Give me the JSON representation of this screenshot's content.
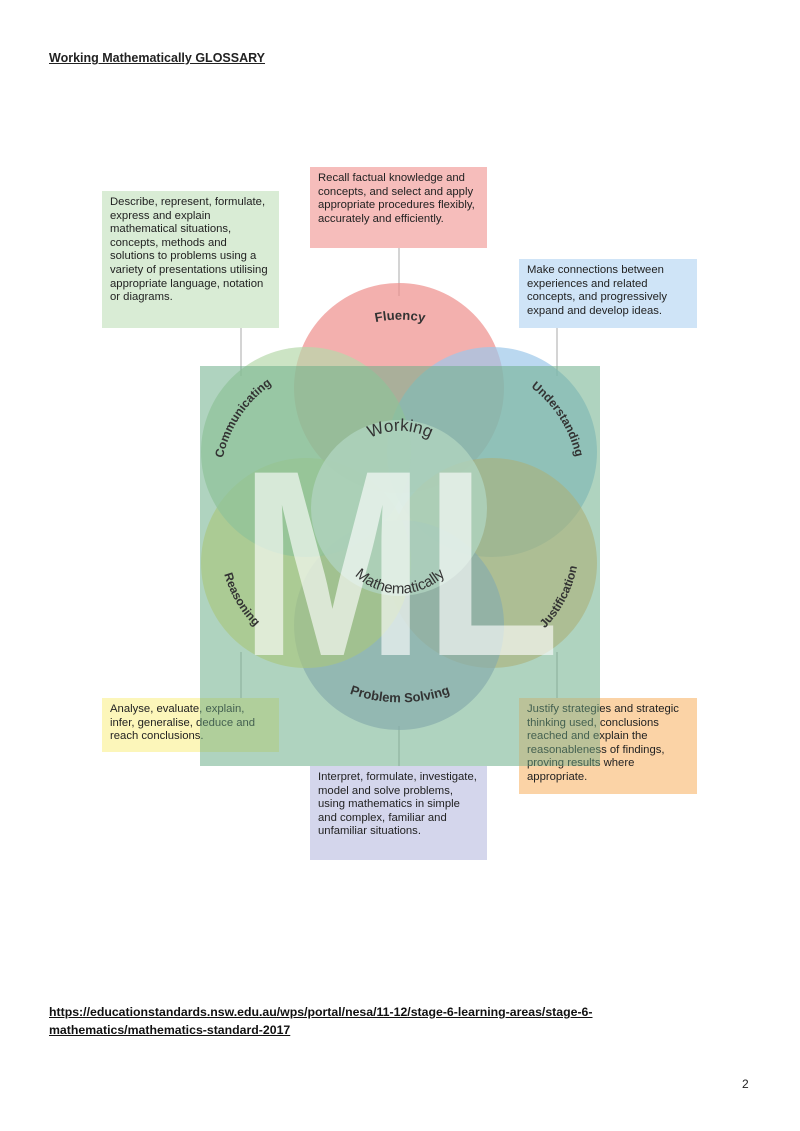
{
  "page": {
    "title": "Working Mathematically GLOSSARY",
    "link": "https://educationstandards.nsw.edu.au/wps/portal/nesa/11-12/stage-6-learning-areas/stage-6-mathematics/mathematics-standard-2017",
    "page_number": "2"
  },
  "diagram": {
    "center_top": "Working",
    "center_bottom": "Mathematically",
    "watermark": "ML",
    "circles": {
      "fluency": {
        "label": "Fluency",
        "color": "#ee8f8b"
      },
      "understanding": {
        "label": "Understanding",
        "color": "#9cc8ea"
      },
      "justification": {
        "label": "Justification",
        "color": "#f7b063"
      },
      "problem_solving": {
        "label": "Problem Solving",
        "color": "#a7abd6"
      },
      "reasoning": {
        "label": "Reasoning",
        "color": "#f2e36e"
      },
      "communicating": {
        "label": "Communicating",
        "color": "#b6d9ab"
      }
    }
  },
  "boxes": {
    "fluency": "Recall factual knowledge and concepts, and select and apply appropriate procedures flexibly, accurately and efficiently.",
    "communicating": "Describe, represent, formulate, express and explain mathematical situations, concepts, methods and solutions to problems using a variety of presentations utilising appropriate language, notation or diagrams.",
    "understanding": "Make connections between experiences and related concepts, and progressively expand and develop ideas.",
    "reasoning": "Analyse, evaluate, explain, infer, generalise, deduce and reach conclusions.",
    "justification": "Justify strategies and strategic thinking used, conclusions reached and explain the reasonableness of findings, proving results where appropriate.",
    "problem_solving": "Interpret, formulate, investigate, model and solve problems, using mathematics in simple and complex, familiar and unfamiliar situations."
  }
}
